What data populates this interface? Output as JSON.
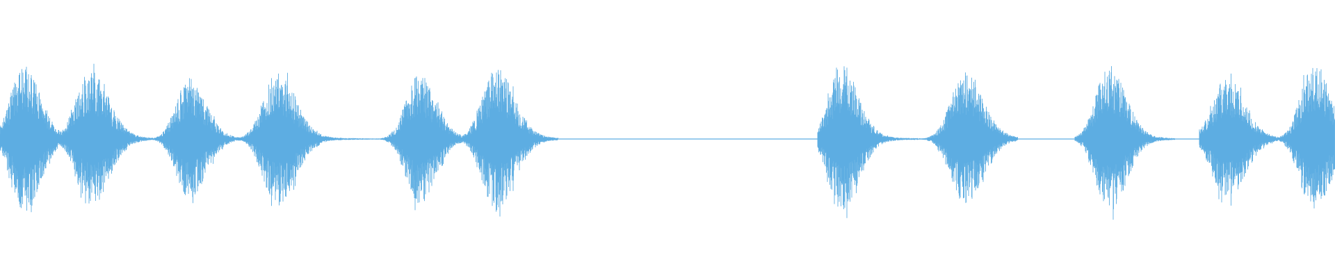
{
  "waveform": {
    "color": "#5dade2",
    "background": "#ffffff",
    "bursts": [
      {
        "center": 0.017,
        "width": 0.024,
        "amplitude": 0.98
      },
      {
        "center": 0.067,
        "width": 0.026,
        "amplitude": 0.92
      },
      {
        "center": 0.141,
        "width": 0.024,
        "amplitude": 0.8
      },
      {
        "center": 0.207,
        "width": 0.026,
        "amplitude": 0.9
      },
      {
        "center": 0.313,
        "width": 0.024,
        "amplitude": 0.87
      },
      {
        "center": 0.371,
        "width": 0.026,
        "amplitude": 0.95
      },
      {
        "center": 0.54,
        "width": 0.008,
        "amplitude": 0.06
      },
      {
        "center": 0.63,
        "width": 0.024,
        "amplitude": 0.97
      },
      {
        "center": 0.722,
        "width": 0.026,
        "amplitude": 0.88
      },
      {
        "center": 0.83,
        "width": 0.024,
        "amplitude": 1.0
      },
      {
        "center": 0.918,
        "width": 0.026,
        "amplitude": 0.82
      },
      {
        "center": 0.983,
        "width": 0.024,
        "amplitude": 0.98
      }
    ],
    "silent_gaps": [
      [
        0.418,
        0.612
      ],
      [
        0.762,
        0.805
      ],
      [
        0.88,
        0.898
      ]
    ]
  }
}
